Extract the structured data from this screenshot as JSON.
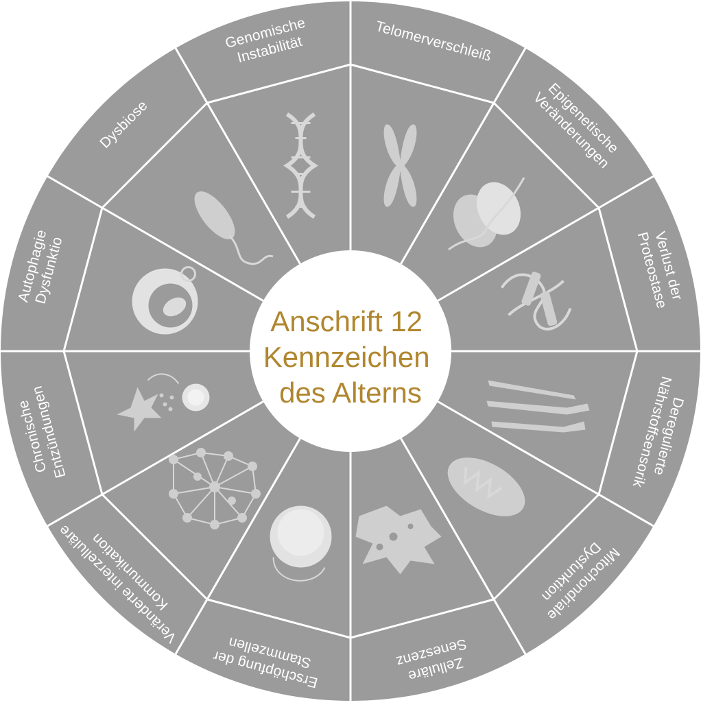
{
  "center": {
    "lines": [
      "Anschrift 12",
      "Kennzeichen",
      "des Alterns"
    ]
  },
  "colors": {
    "wheel": "#9b9b9b",
    "divider": "#ffffff",
    "center_text": "#b0862f",
    "icon": "#cfcfcf"
  },
  "segments": [
    {
      "id": "telomerverschleiss",
      "lines": [
        "Telomerverschleiß"
      ],
      "icon": "chromosome-icon"
    },
    {
      "id": "epigenetische-veraenderungen",
      "lines": [
        "Epigenetische",
        "Veränderungen"
      ],
      "icon": "nucleosome-icon"
    },
    {
      "id": "verlust-der-proteostase",
      "lines": [
        "Verlust der",
        "Proteostase"
      ],
      "icon": "protein-icon"
    },
    {
      "id": "deregulierte-naehrstoffsensorik",
      "lines": [
        "Deregulierte",
        "Nährstoffsensorik"
      ],
      "icon": "cutlery-icon"
    },
    {
      "id": "mitochondriale-dysfunktion",
      "lines": [
        "Mitochondriale",
        "Dysfunktion"
      ],
      "icon": "mitochondrion-icon"
    },
    {
      "id": "zellulaere-seneszenz",
      "lines": [
        "Zelluläre",
        "Seneszenz"
      ],
      "icon": "withered-leaf-icon"
    },
    {
      "id": "erschoepfung-der-stammzellen",
      "lines": [
        "Erschöpfung der",
        "Stammzellen"
      ],
      "icon": "stem-cell-icon"
    },
    {
      "id": "veraenderte-interzellulaere-kommunikation",
      "lines": [
        "Veränderte interzelluläre",
        "Kommunikation"
      ],
      "icon": "network-icon"
    },
    {
      "id": "chronische-entzuendungen",
      "lines": [
        "Chronische",
        "Entzündungen"
      ],
      "icon": "inflammation-cell-icon"
    },
    {
      "id": "autophagie-dysfunktion",
      "lines": [
        "Autophagie",
        "Dysfunktio"
      ],
      "icon": "autophagosome-icon"
    },
    {
      "id": "dysbiose",
      "lines": [
        "Dysbiose"
      ],
      "icon": "bacterium-icon"
    },
    {
      "id": "genomische-instabilitaet",
      "lines": [
        "Genomische",
        "Instabilität"
      ],
      "icon": "dna-icon"
    }
  ]
}
